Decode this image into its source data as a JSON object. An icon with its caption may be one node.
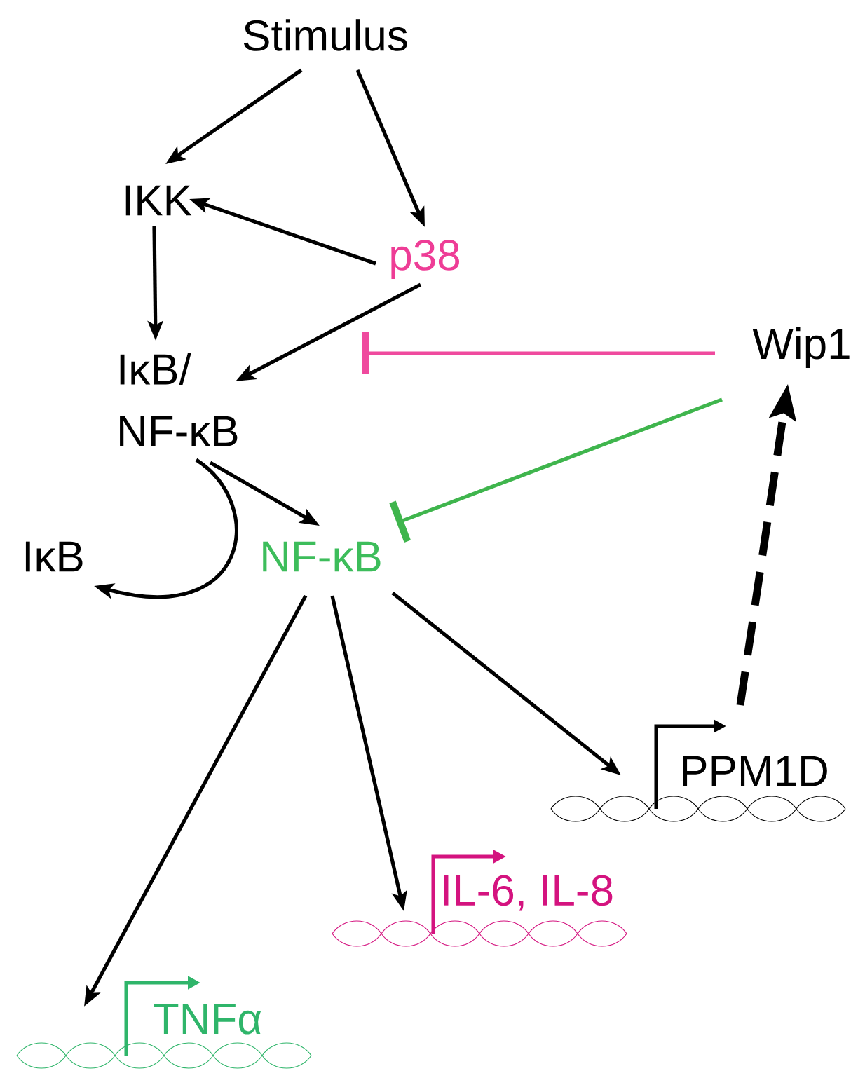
{
  "diagram": {
    "nodes": [
      {
        "text": [
          "Stimulus"
        ]
      },
      {
        "text": [
          "IKK"
        ]
      },
      {
        "text": [
          "p38"
        ]
      },
      {
        "text": [
          "IκB/ NF-κB"
        ]
      },
      {
        "text": [
          "Wip1"
        ]
      },
      {
        "text": [
          "IκB"
        ]
      },
      {
        "text": [
          "NF-κB"
        ]
      },
      {
        "text": [
          "PPM1D"
        ]
      },
      {
        "text": [
          "IL-6, IL-8"
        ]
      },
      {
        "text": [
          "TNFα"
        ]
      }
    ],
    "edges": [
      {
        "from": 0,
        "to": 1,
        "arrow": "to"
      },
      {
        "from": 0,
        "to": 2,
        "arrow": "to"
      },
      {
        "from": 2,
        "to": 1,
        "arrow": "to"
      },
      {
        "from": 1,
        "to": 3,
        "arrow": "to"
      },
      {
        "from": 2,
        "to": 3,
        "arrow": "to"
      },
      {
        "from": 4,
        "to": null,
        "arrow": "other",
        "color": "#ef4a9e"
      },
      {
        "from": 4,
        "to": 6,
        "arrow": "other",
        "color": "#3fb54d"
      },
      {
        "from": 3,
        "to": 6,
        "arrow": "to"
      },
      {
        "from": 3,
        "to": 5,
        "arrow": "to"
      },
      {
        "from": 6,
        "to": 7,
        "arrow": "to"
      },
      {
        "from": 6,
        "to": 8,
        "arrow": "to"
      },
      {
        "from": 6,
        "to": 9,
        "arrow": "to"
      },
      {
        "from": 7,
        "to": 4,
        "arrow": "to",
        "style": "dashed"
      }
    ]
  }
}
